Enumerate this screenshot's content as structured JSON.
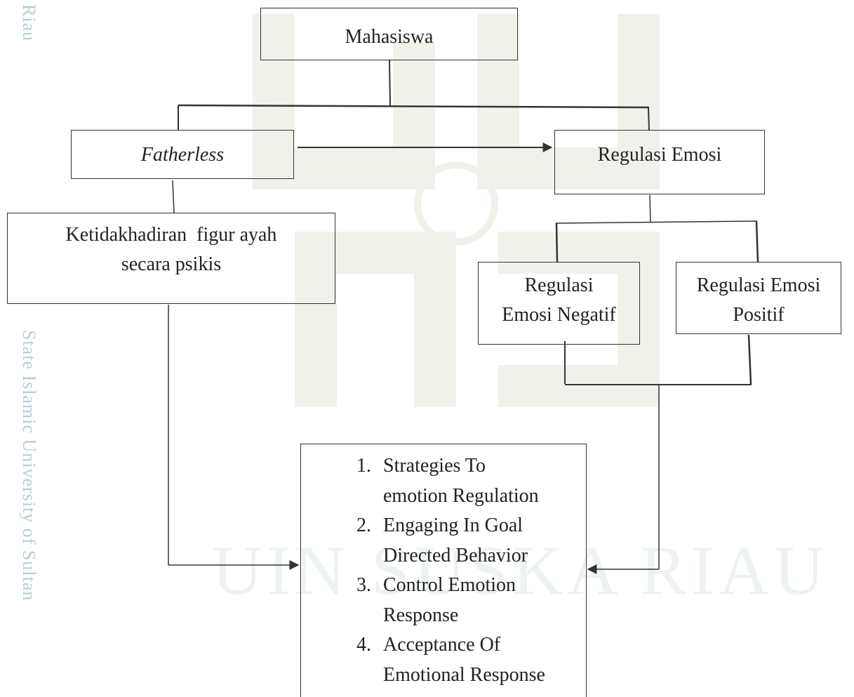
{
  "watermark": {
    "side_top": "Riau",
    "side_bottom": "State Islamic University of Sultan",
    "center": "UIN SUSKA RIAU"
  },
  "nodes": {
    "mahasiswa": "Mahasiswa",
    "fatherless": "Fatherless",
    "regulasi_emosi": "Regulasi Emosi",
    "ketidakhadiran": [
      "Ketidakhadiran  figur ayah",
      "secara psikis"
    ],
    "regulasi_negatif": [
      "Regulasi",
      "Emosi Negatif"
    ],
    "regulasi_positif": [
      "Regulasi Emosi",
      "Positif"
    ]
  },
  "aspects": [
    {
      "number": "1.",
      "lines": [
        "Strategies To",
        "emotion Regulation"
      ]
    },
    {
      "number": "2.",
      "lines": [
        "Engaging In Goal",
        "Directed Behavior"
      ]
    },
    {
      "number": "3.",
      "lines": [
        "Control Emotion",
        "Response"
      ]
    },
    {
      "number": "4.",
      "lines": [
        "Acceptance Of",
        "Emotional Response"
      ]
    }
  ],
  "colors": {
    "line": "#333333",
    "text": "#222222",
    "watermark_side": "#b8cdd3",
    "watermark_logo": "#f1f1ec"
  }
}
